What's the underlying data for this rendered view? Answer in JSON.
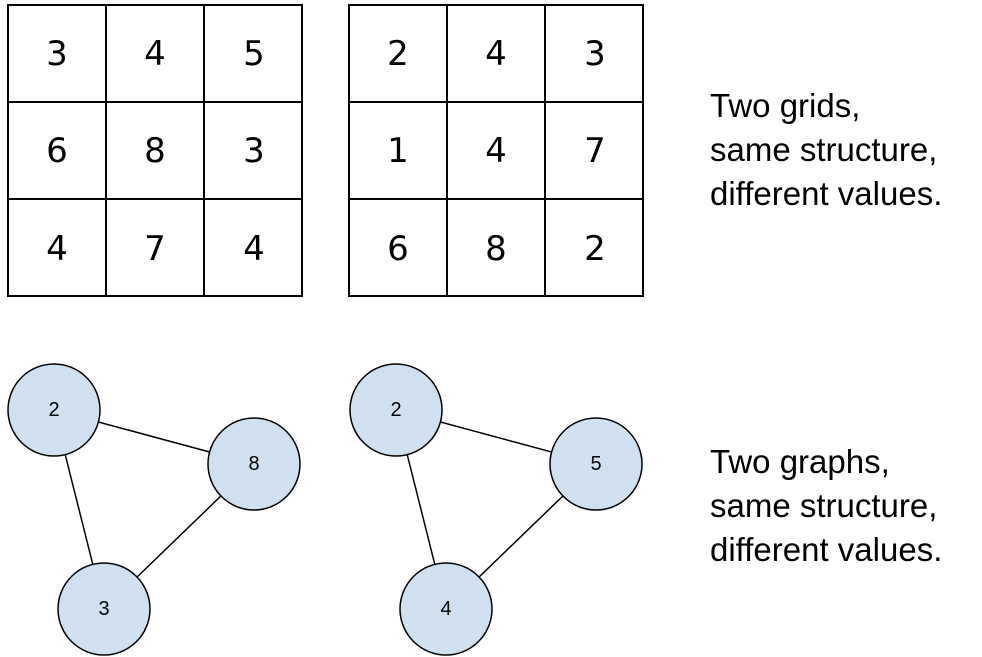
{
  "grids": [
    {
      "name": "grid-left",
      "rows": [
        [
          "3",
          "4",
          "5"
        ],
        [
          "6",
          "8",
          "3"
        ],
        [
          "4",
          "7",
          "4"
        ]
      ]
    },
    {
      "name": "grid-right",
      "rows": [
        [
          "2",
          "4",
          "3"
        ],
        [
          "1",
          "4",
          "7"
        ],
        [
          "6",
          "8",
          "2"
        ]
      ]
    }
  ],
  "captions": {
    "grids": [
      "Two grids,",
      "same structure,",
      "different values."
    ],
    "graphs": [
      "Two graphs,",
      "same structure,",
      "different values."
    ]
  },
  "graphs": [
    {
      "name": "graph-left",
      "nodes": [
        {
          "id": "a",
          "label": "2"
        },
        {
          "id": "b",
          "label": "8"
        },
        {
          "id": "c",
          "label": "3"
        }
      ],
      "edges": [
        [
          "a",
          "b"
        ],
        [
          "a",
          "c"
        ],
        [
          "b",
          "c"
        ]
      ]
    },
    {
      "name": "graph-right",
      "nodes": [
        {
          "id": "a",
          "label": "2"
        },
        {
          "id": "b",
          "label": "5"
        },
        {
          "id": "c",
          "label": "4"
        }
      ],
      "edges": [
        [
          "a",
          "b"
        ],
        [
          "a",
          "c"
        ],
        [
          "b",
          "c"
        ]
      ]
    }
  ],
  "colors": {
    "node_fill": "#cfe0f1",
    "stroke": "#000000"
  }
}
